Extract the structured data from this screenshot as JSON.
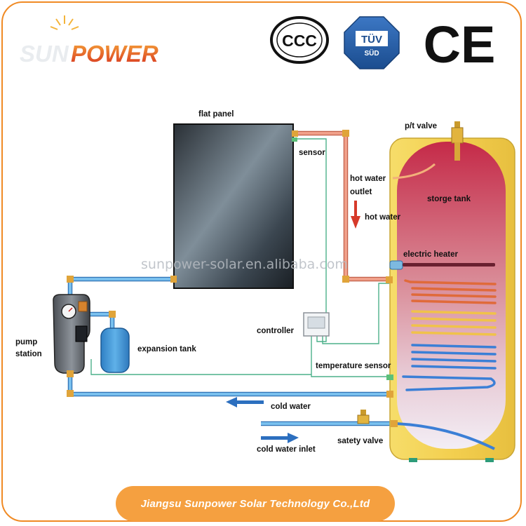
{
  "brand": {
    "name_first": "SUN",
    "name_second": "POWER"
  },
  "certifications": {
    "ccc": "CCC",
    "tuv_top": "TÜV",
    "tuv_bottom": "SÜD",
    "ce": "CE"
  },
  "watermark": "sunpower-solar.en.alibaba.com",
  "labels": {
    "flat_panel": "flat panel",
    "sensor": "sensor",
    "pt_valve": "p/t valve",
    "hot_water_outlet_1": "hot water",
    "hot_water_outlet_2": "outlet",
    "storage_tank": "storge tank",
    "hot_water": "hot water",
    "electric_heater": "electric heater",
    "controller": "controller",
    "pump_station_1": "pump",
    "pump_station_2": "station",
    "expansion_tank": "expansion tank",
    "temperature_sensor": "temperature sensor",
    "cold_water": "cold water",
    "cold_water_inlet": "cold water inlet",
    "safety_valve": "satety valve"
  },
  "footer": "Jiangsu Sunpower Solar Technology Co.,Ltd",
  "colors": {
    "border_orange": "#f08a24",
    "hot_pipe": "#e8856e",
    "cold_pipe": "#5aa6dd",
    "sensor_wire": "#4cb08a",
    "tank_shell": "#f2d45a",
    "tank_inner": "#c4324c",
    "coil_hot": "#f0c24a",
    "coil_cold": "#3b7fd6",
    "footer_bg": "#f5a040"
  }
}
